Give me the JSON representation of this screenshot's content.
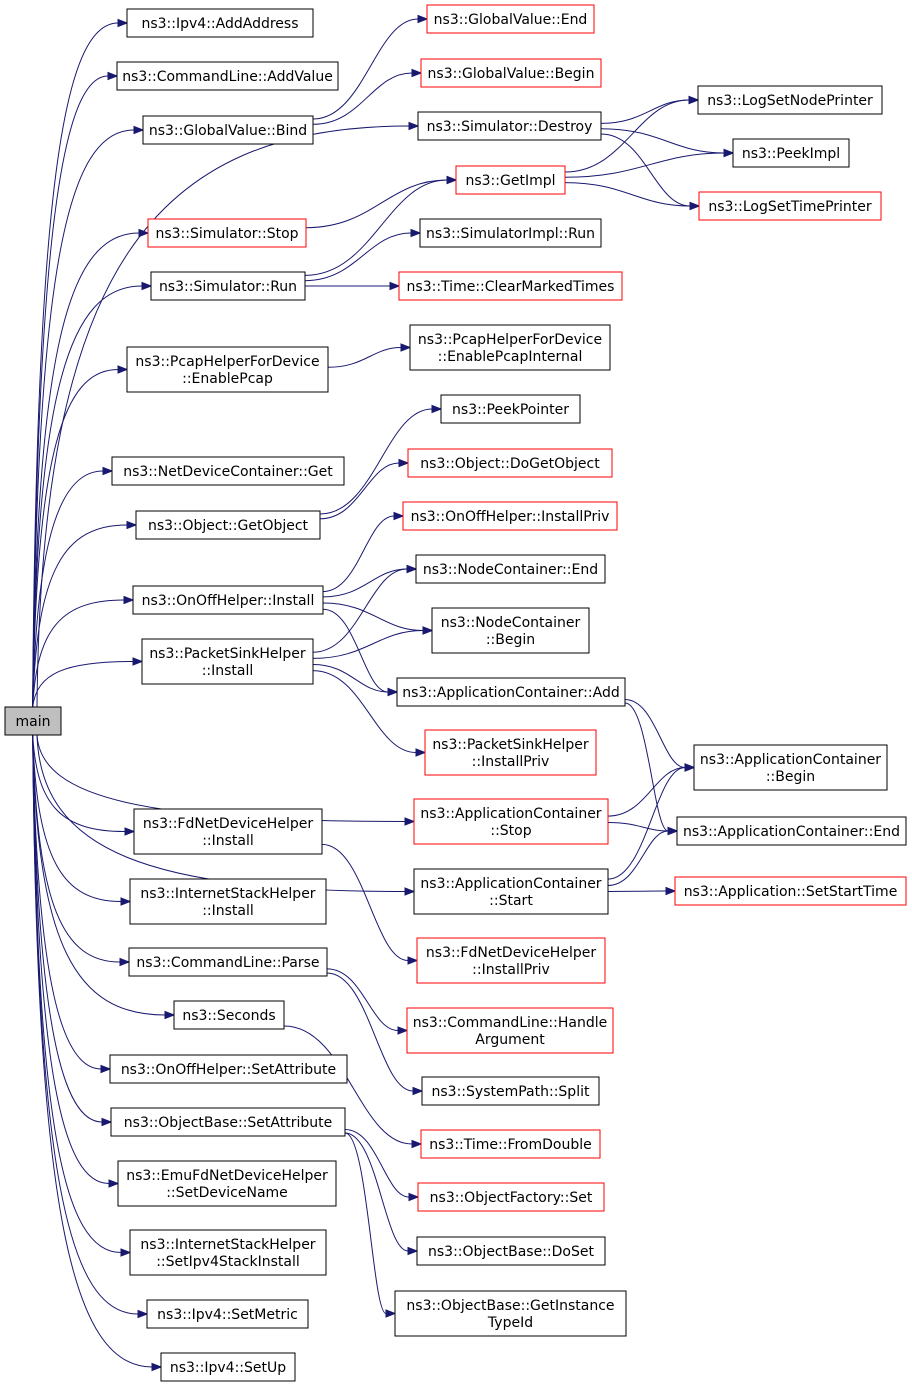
{
  "diagram": {
    "colors": {
      "edge": "#191970",
      "border": "#000000",
      "incomplete_border": "#ff0000",
      "root_fill": "#bfbfbf"
    },
    "nodes": {
      "main": {
        "label": [
          "main"
        ]
      },
      "ipv4_addaddress": {
        "label": [
          "ns3::Ipv4::AddAddress"
        ]
      },
      "cmd_addvalue": {
        "label": [
          "ns3::CommandLine::AddValue"
        ]
      },
      "gv_bind": {
        "label": [
          "ns3::GlobalValue::Bind"
        ]
      },
      "gv_end": {
        "label": [
          "ns3::GlobalValue::End"
        ],
        "incomplete": true
      },
      "gv_begin": {
        "label": [
          "ns3::GlobalValue::Begin"
        ],
        "incomplete": true
      },
      "sim_destroy": {
        "label": [
          "ns3::Simulator::Destroy"
        ]
      },
      "logsetnodeprinter": {
        "label": [
          "ns3::LogSetNodePrinter"
        ]
      },
      "peekimpl": {
        "label": [
          "ns3::PeekImpl"
        ]
      },
      "getimpl": {
        "label": [
          "ns3::GetImpl"
        ],
        "incomplete": true
      },
      "logsettimeprinter": {
        "label": [
          "ns3::LogSetTimePrinter"
        ],
        "incomplete": true
      },
      "sim_stop": {
        "label": [
          "ns3::Simulator::Stop"
        ],
        "incomplete": true
      },
      "simimpl_run": {
        "label": [
          "ns3::SimulatorImpl::Run"
        ]
      },
      "sim_run": {
        "label": [
          "ns3::Simulator::Run"
        ]
      },
      "time_clearmarked": {
        "label": [
          "ns3::Time::ClearMarkedTimes"
        ],
        "incomplete": true
      },
      "pcap_enablepcap": {
        "label": [
          "ns3::PcapHelperForDevice",
          "::EnablePcap"
        ]
      },
      "pcap_enablepcapinternal": {
        "label": [
          "ns3::PcapHelperForDevice",
          "::EnablePcapInternal"
        ]
      },
      "peekpointer": {
        "label": [
          "ns3::PeekPointer"
        ]
      },
      "ndc_get": {
        "label": [
          "ns3::NetDeviceContainer::Get"
        ]
      },
      "obj_dogetobject": {
        "label": [
          "ns3::Object::DoGetObject"
        ],
        "incomplete": true
      },
      "obj_getobject": {
        "label": [
          "ns3::Object::GetObject"
        ]
      },
      "onoff_installpriv": {
        "label": [
          "ns3::OnOffHelper::InstallPriv"
        ],
        "incomplete": true
      },
      "onoff_install": {
        "label": [
          "ns3::OnOffHelper::Install"
        ]
      },
      "nc_end": {
        "label": [
          "ns3::NodeContainer::End"
        ]
      },
      "nc_begin": {
        "label": [
          "ns3::NodeContainer",
          "::Begin"
        ]
      },
      "psh_install": {
        "label": [
          "ns3::PacketSinkHelper",
          "::Install"
        ]
      },
      "ac_add": {
        "label": [
          "ns3::ApplicationContainer::Add"
        ]
      },
      "psh_installpriv": {
        "label": [
          "ns3::PacketSinkHelper",
          "::InstallPriv"
        ],
        "incomplete": true
      },
      "ac_begin": {
        "label": [
          "ns3::ApplicationContainer",
          "::Begin"
        ]
      },
      "ac_stop": {
        "label": [
          "ns3::ApplicationContainer",
          "::Stop"
        ],
        "incomplete": true
      },
      "ac_end": {
        "label": [
          "ns3::ApplicationContainer::End"
        ]
      },
      "fdnd_install": {
        "label": [
          "ns3::FdNetDeviceHelper",
          "::Install"
        ]
      },
      "ac_start": {
        "label": [
          "ns3::ApplicationContainer",
          "::Start"
        ]
      },
      "app_setstarttime": {
        "label": [
          "ns3::Application::SetStartTime"
        ],
        "incomplete": true
      },
      "ish_install": {
        "label": [
          "ns3::InternetStackHelper",
          "::Install"
        ]
      },
      "fdnd_installpriv": {
        "label": [
          "ns3::FdNetDeviceHelper",
          "::InstallPriv"
        ],
        "incomplete": true
      },
      "cmd_parse": {
        "label": [
          "ns3::CommandLine::Parse"
        ]
      },
      "cmd_handleargument": {
        "label": [
          "ns3::CommandLine::Handle",
          "Argument"
        ],
        "incomplete": true
      },
      "seconds": {
        "label": [
          "ns3::Seconds"
        ]
      },
      "sp_split": {
        "label": [
          "ns3::SystemPath::Split"
        ]
      },
      "onoff_setattribute": {
        "label": [
          "ns3::OnOffHelper::SetAttribute"
        ]
      },
      "time_fromdouble": {
        "label": [
          "ns3::Time::FromDouble"
        ],
        "incomplete": true
      },
      "ob_setattribute": {
        "label": [
          "ns3::ObjectBase::SetAttribute"
        ]
      },
      "of_set": {
        "label": [
          "ns3::ObjectFactory::Set"
        ],
        "incomplete": true
      },
      "emu_setdevicename": {
        "label": [
          "ns3::EmuFdNetDeviceHelper",
          "::SetDeviceName"
        ]
      },
      "ob_doset": {
        "label": [
          "ns3::ObjectBase::DoSet"
        ]
      },
      "ish_setipv4": {
        "label": [
          "ns3::InternetStackHelper",
          "::SetIpv4StackInstall"
        ]
      },
      "ob_getinstancetypeid": {
        "label": [
          "ns3::ObjectBase::GetInstance",
          "TypeId"
        ]
      },
      "ipv4_setmetric": {
        "label": [
          "ns3::Ipv4::SetMetric"
        ]
      },
      "ipv4_setup": {
        "label": [
          "ns3::Ipv4::SetUp"
        ]
      }
    },
    "edges": [
      [
        "main",
        "ipv4_addaddress"
      ],
      [
        "main",
        "cmd_addvalue"
      ],
      [
        "main",
        "gv_bind"
      ],
      [
        "main",
        "sim_destroy"
      ],
      [
        "main",
        "sim_stop"
      ],
      [
        "main",
        "sim_run"
      ],
      [
        "main",
        "pcap_enablepcap"
      ],
      [
        "main",
        "ndc_get"
      ],
      [
        "main",
        "obj_getobject"
      ],
      [
        "main",
        "onoff_install"
      ],
      [
        "main",
        "psh_install"
      ],
      [
        "main",
        "ac_stop"
      ],
      [
        "main",
        "fdnd_install"
      ],
      [
        "main",
        "ac_start"
      ],
      [
        "main",
        "ish_install"
      ],
      [
        "main",
        "cmd_parse"
      ],
      [
        "main",
        "seconds"
      ],
      [
        "main",
        "onoff_setattribute"
      ],
      [
        "main",
        "ob_setattribute"
      ],
      [
        "main",
        "emu_setdevicename"
      ],
      [
        "main",
        "ish_setipv4"
      ],
      [
        "main",
        "ipv4_setmetric"
      ],
      [
        "main",
        "ipv4_setup"
      ],
      [
        "gv_bind",
        "gv_end"
      ],
      [
        "gv_bind",
        "gv_begin"
      ],
      [
        "sim_destroy",
        "logsetnodeprinter"
      ],
      [
        "sim_destroy",
        "peekimpl"
      ],
      [
        "sim_destroy",
        "logsettimeprinter"
      ],
      [
        "getimpl",
        "logsetnodeprinter"
      ],
      [
        "getimpl",
        "peekimpl"
      ],
      [
        "getimpl",
        "logsettimeprinter"
      ],
      [
        "sim_stop",
        "getimpl"
      ],
      [
        "sim_run",
        "getimpl"
      ],
      [
        "sim_run",
        "simimpl_run"
      ],
      [
        "sim_run",
        "time_clearmarked"
      ],
      [
        "pcap_enablepcap",
        "pcap_enablepcapinternal"
      ],
      [
        "obj_getobject",
        "peekpointer"
      ],
      [
        "obj_getobject",
        "obj_dogetobject"
      ],
      [
        "onoff_install",
        "onoff_installpriv"
      ],
      [
        "onoff_install",
        "nc_end"
      ],
      [
        "onoff_install",
        "nc_begin"
      ],
      [
        "onoff_install",
        "ac_add"
      ],
      [
        "psh_install",
        "nc_end"
      ],
      [
        "psh_install",
        "nc_begin"
      ],
      [
        "psh_install",
        "ac_add"
      ],
      [
        "psh_install",
        "psh_installpriv"
      ],
      [
        "ac_add",
        "ac_begin"
      ],
      [
        "ac_add",
        "ac_end"
      ],
      [
        "ac_stop",
        "ac_begin"
      ],
      [
        "ac_stop",
        "ac_end"
      ],
      [
        "ac_start",
        "ac_begin"
      ],
      [
        "ac_start",
        "ac_end"
      ],
      [
        "ac_start",
        "app_setstarttime"
      ],
      [
        "fdnd_install",
        "fdnd_installpriv"
      ],
      [
        "cmd_parse",
        "cmd_handleargument"
      ],
      [
        "cmd_parse",
        "sp_split"
      ],
      [
        "seconds",
        "time_fromdouble"
      ],
      [
        "ob_setattribute",
        "of_set"
      ],
      [
        "ob_setattribute",
        "ob_doset"
      ],
      [
        "ob_setattribute",
        "ob_getinstancetypeid"
      ]
    ]
  }
}
